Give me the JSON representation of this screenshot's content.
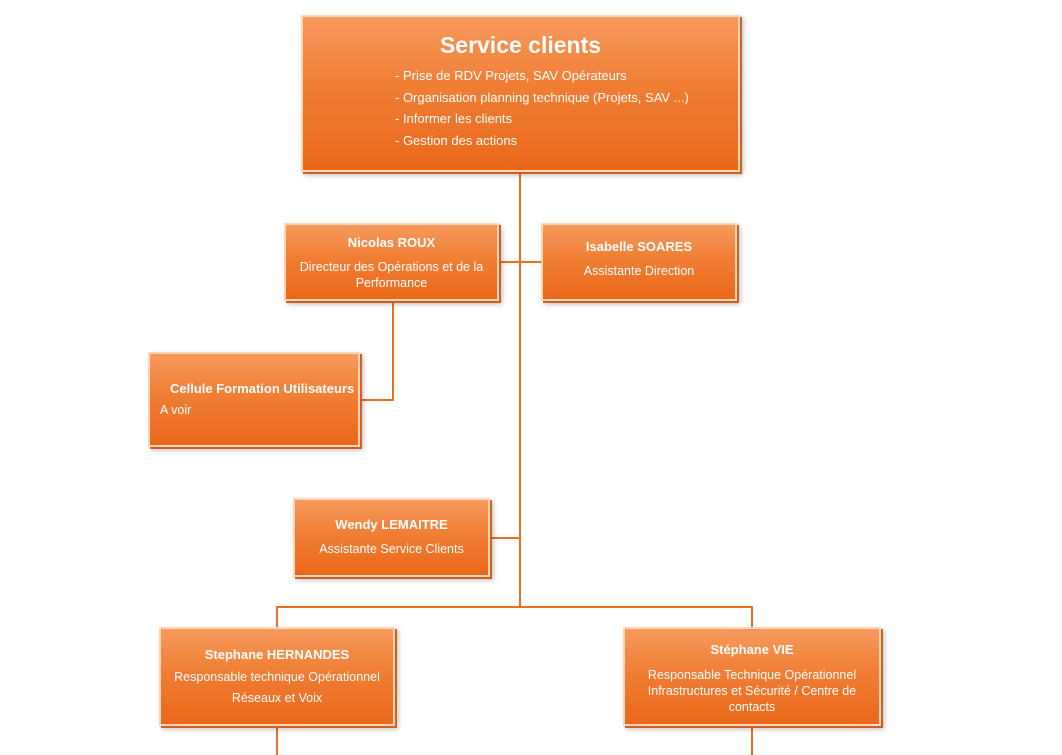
{
  "root": {
    "title": "Service clients",
    "duties": [
      "- Prise de RDV Projets, SAV Opérateurs",
      "- Organisation planning technique (Projets, SAV ...)",
      "- Informer les clients",
      "- Gestion des actions"
    ]
  },
  "nodes": {
    "nicolas": {
      "name": "Nicolas ROUX",
      "role": "Directeur des Opérations et de la Performance"
    },
    "isabelle": {
      "name": "Isabelle SOARES",
      "role": "Assistante Direction"
    },
    "cellule": {
      "name": "Cellule Formation Utilisateurs",
      "note": "A voir"
    },
    "wendy": {
      "name": "Wendy LEMAITRE",
      "role": "Assistante Service Clients"
    },
    "stephane_h": {
      "name": "Stephane HERNANDES",
      "role_line1": "Responsable technique Opérationnel",
      "role_line2": "Réseaux et Voix"
    },
    "stephane_v": {
      "name": "Stéphane VIE",
      "role": "Responsable Technique Opérationnel Infrastructures et Sécurité / Centre de contacts"
    }
  },
  "colors": {
    "box_fill": "#f07e34",
    "box_border": "#fcd4b6",
    "connector": "#e8701f",
    "text": "#ffffff"
  }
}
